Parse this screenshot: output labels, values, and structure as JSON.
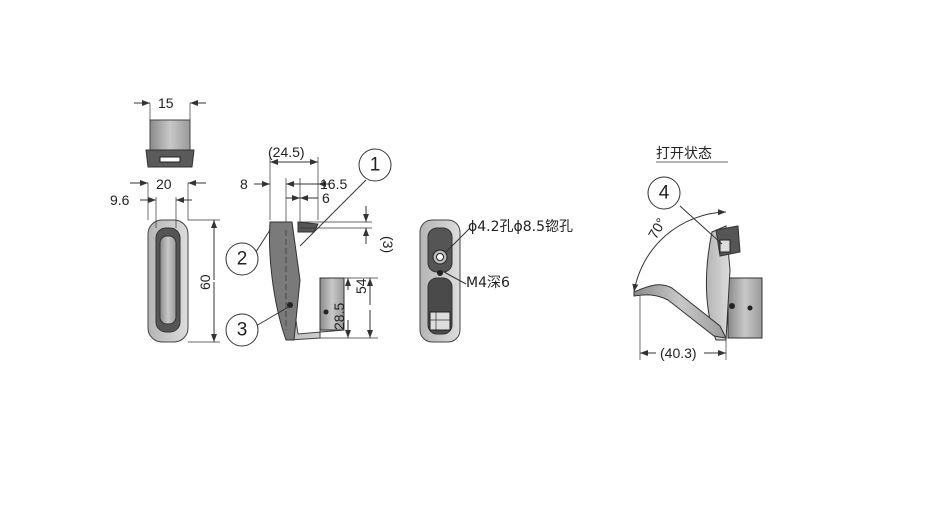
{
  "dims": {
    "w15": "15",
    "w20": "20",
    "w9_6": "9.6",
    "h60": "60",
    "d24_5": "(24.5)",
    "d8": "8",
    "d16_5": "16.5",
    "d6": "6",
    "d3": "(3)",
    "h54": "54",
    "h28_5": "28.5",
    "d40_3": "(40.3)",
    "angle": "70°"
  },
  "notes": {
    "hole": "ϕ4.2孔ϕ8.5锪孔",
    "thread": "M4深6",
    "open_state": "打开状态"
  },
  "callouts": [
    "1",
    "2",
    "3",
    "4"
  ]
}
